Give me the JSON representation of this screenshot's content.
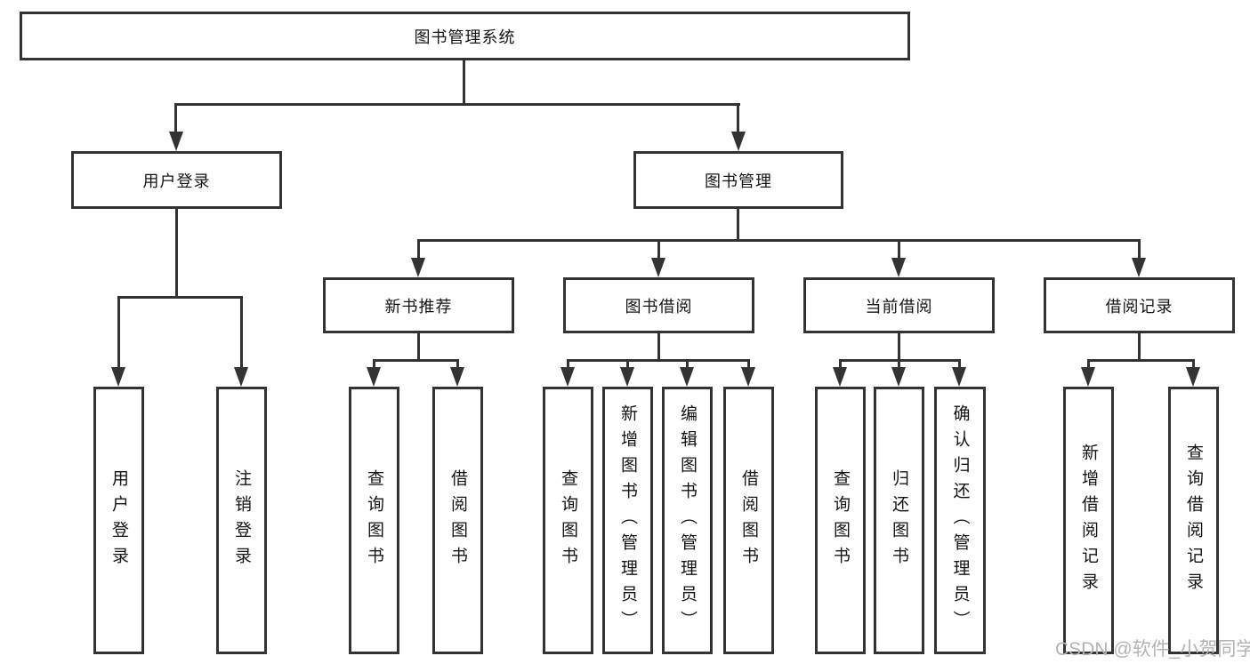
{
  "diagram": {
    "root": "图书管理系统",
    "level2": [
      "用户登录",
      "图书管理"
    ],
    "level3": [
      "新书推荐",
      "图书借阅",
      "当前借阅",
      "借阅记录"
    ],
    "leaves_login": [
      "用户登录",
      "注销登录"
    ],
    "leaves_recommend": [
      "查询图书",
      "借阅图书"
    ],
    "leaves_borrow": [
      "查询图书",
      "新增图书（管理员）",
      "编辑图书（管理员）",
      "借阅图书"
    ],
    "leaves_current": [
      "查询图书",
      "归还图书",
      "确认归还（管理员）"
    ],
    "leaves_records": [
      "新增借阅记录",
      "查询借阅记录"
    ]
  },
  "watermark": "CSDN @软件_小贺同学",
  "colors": {
    "line": "#333333",
    "text": "#141414",
    "watermark_text": "#b3b3b3",
    "background": "#ffffff"
  }
}
